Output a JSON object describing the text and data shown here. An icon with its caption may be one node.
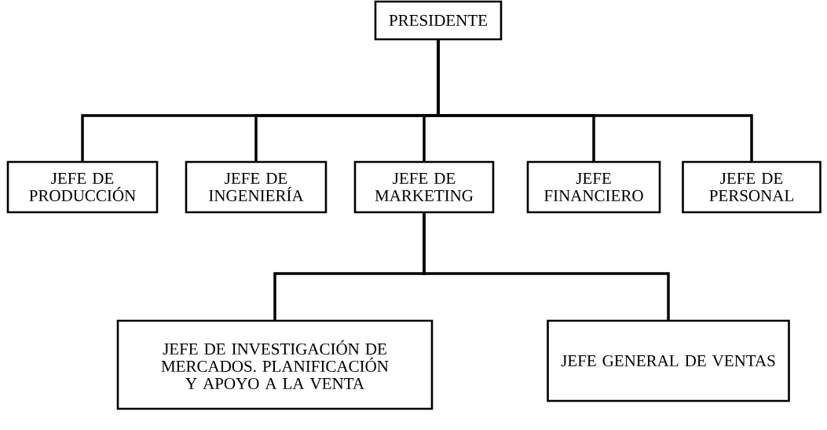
{
  "diagram": {
    "nodes": [
      {
        "text": [
          "PRESIDENTE"
        ]
      },
      {
        "text": [
          "JEFE DE PRODUCCIÓN"
        ]
      },
      {
        "text": [
          "JEFE DE INGENIERÍA"
        ]
      },
      {
        "text": [
          "JEFE DE MARKETING"
        ]
      },
      {
        "text": [
          "JEFE FINANCIERO"
        ]
      },
      {
        "text": [
          "JEFE DE PERSONAL"
        ]
      },
      {
        "text": [
          "JEFE DE INVESTIGACIÓN DE MERCADOS. PLANIFICACIÓN Y APOYO A LA VENTA"
        ]
      },
      {
        "text": [
          "JEFE GENERAL DE VENTAS"
        ]
      }
    ],
    "edges": [
      {
        "from": 0,
        "to": 1,
        "arrow": "none"
      },
      {
        "from": 0,
        "to": 2,
        "arrow": "none"
      },
      {
        "from": 0,
        "to": 3,
        "arrow": "none"
      },
      {
        "from": 0,
        "to": 4,
        "arrow": "none"
      },
      {
        "from": 0,
        "to": 5,
        "arrow": "none"
      },
      {
        "from": 3,
        "to": 6,
        "arrow": "none"
      },
      {
        "from": 3,
        "to": 7,
        "arrow": "none"
      }
    ]
  }
}
